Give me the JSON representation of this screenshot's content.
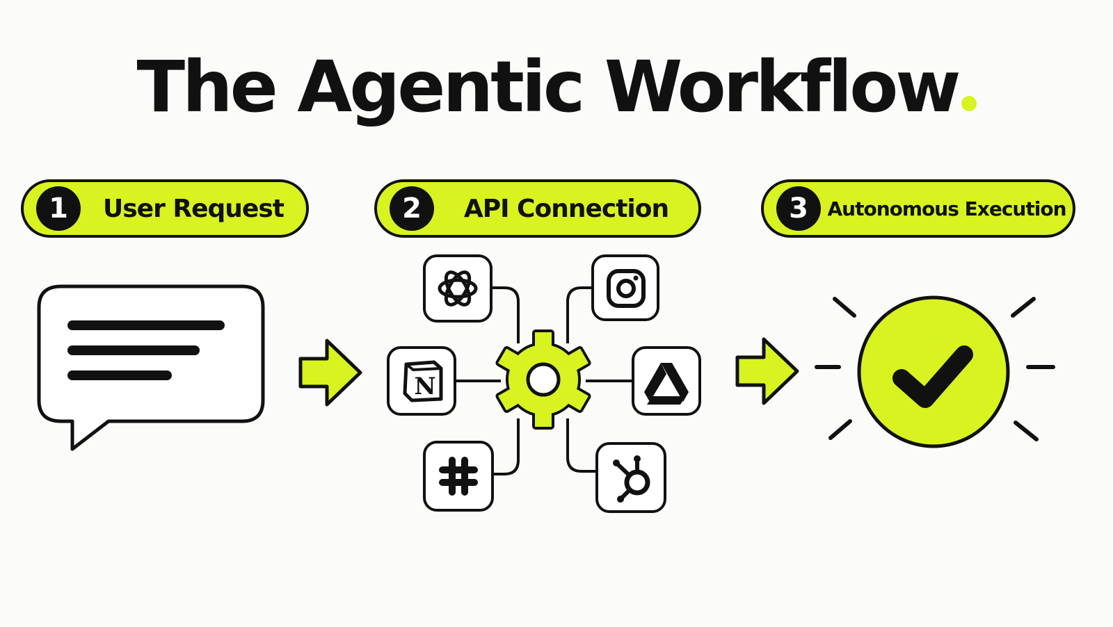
{
  "title": {
    "text": "The Agentic Workflow",
    "dot_color": "#d8f31f"
  },
  "colors": {
    "accent": "#d8f31f",
    "ink": "#111111",
    "background": "#fbfbf9"
  },
  "steps": [
    {
      "number": "1",
      "label": "User Request"
    },
    {
      "number": "2",
      "label": "API Connection"
    },
    {
      "number": "3",
      "label": "Autonomous Execution"
    }
  ],
  "step1_graphic": {
    "icon": "chat-bubble-icon",
    "text_lines": 3
  },
  "step2_graphic": {
    "hub_icon": "gear-icon",
    "integrations": [
      "openai-icon",
      "instagram-icon",
      "notion-icon",
      "google-drive-icon",
      "slack-icon",
      "hubspot-icon"
    ],
    "notion_letter": "N"
  },
  "step3_graphic": {
    "icon": "checkmark-circle-icon"
  }
}
